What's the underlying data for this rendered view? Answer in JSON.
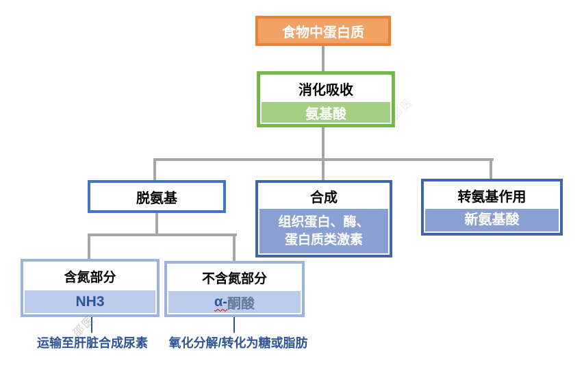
{
  "palette": {
    "orange_border": "#ED7D31",
    "orange_fill": "#F1A165",
    "green_border": "#73B74D",
    "green_fill": "#A3CE84",
    "blue_border_bright": "#4472C4",
    "blue_border_dark": "#3D66AF",
    "blue_fill": "#8BA0D2",
    "light_blue_border": "#9AB3DF",
    "light_blue_fill": "#BCCBE9",
    "connector_gray": "#A6A6A6",
    "dark_blue_text": "#2F5496",
    "squiggle_red": "#C00000"
  },
  "nodes": {
    "food_protein": {
      "label": "食物中蛋白质"
    },
    "digestion": {
      "title": "消化吸收",
      "result": "氨基酸"
    },
    "deamination": {
      "title": "脱氨基"
    },
    "synthesis": {
      "title": "合成",
      "result_line1": "组织蛋白、酶、",
      "result_line2": "蛋白质类激素"
    },
    "transamination": {
      "title": "转氨基作用",
      "result": "新氨基酸"
    },
    "nitrogen_part": {
      "title": "含氮部分",
      "result": "NH3"
    },
    "non_nitrogen_part": {
      "title": "不含氮部分",
      "result_prefix": "α-",
      "result_rest": "酮酸"
    },
    "urea_note": {
      "label": "运输至肝脏合成尿素"
    },
    "oxidation_note": {
      "label": "氧化分解/转化为糖或脂肪"
    }
  },
  "watermark": {
    "text": "邵医"
  }
}
